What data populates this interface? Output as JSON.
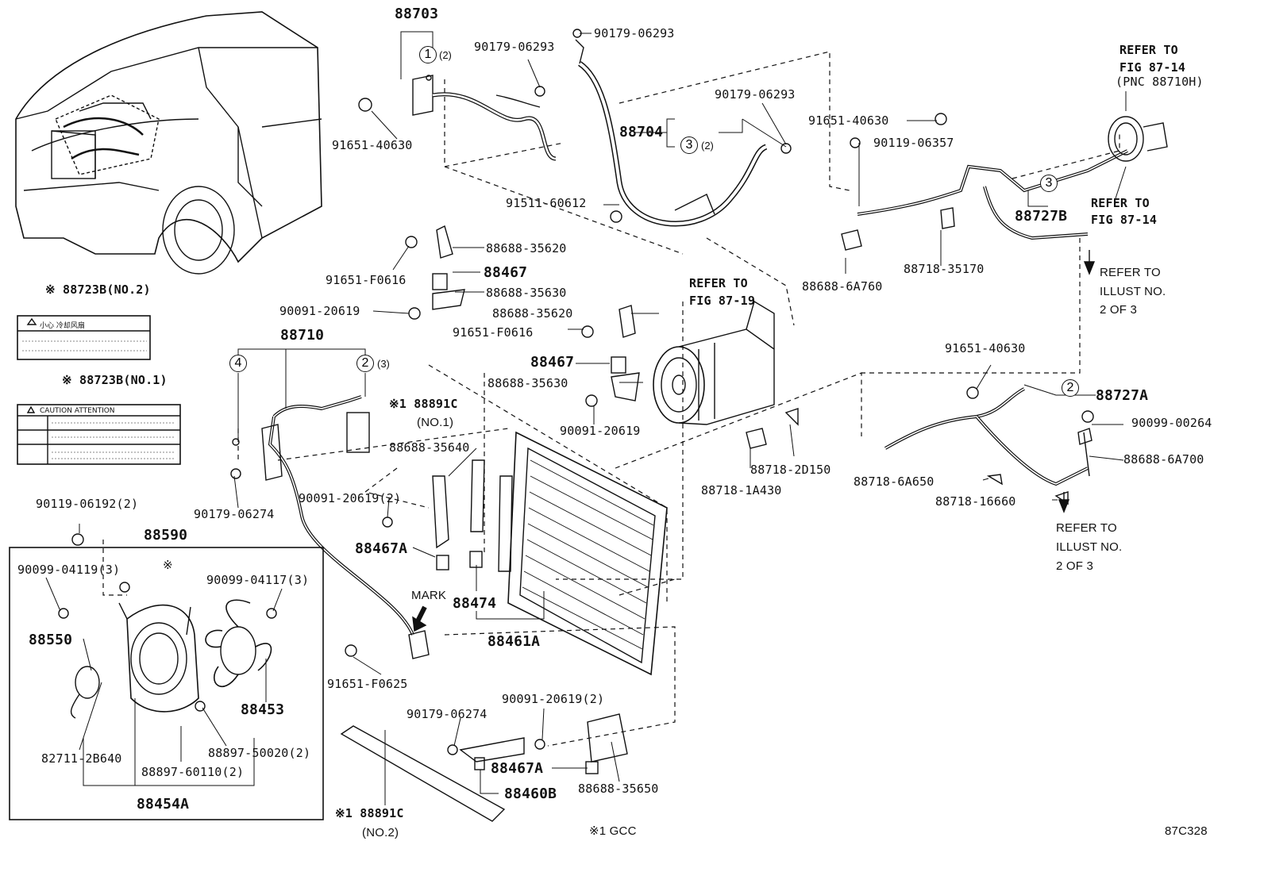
{
  "figure_code": "87C328",
  "footnote": "※1 GCC",
  "mark_label": "MARK",
  "warning_labels": {
    "no2_part": "※ 88723B(NO.2)",
    "no2_text": "小心  冷却风扇",
    "no1_part": "※ 88723B(NO.1)",
    "no1_text": "CAUTION  ATTENTION"
  },
  "callouts": {
    "c1": "1",
    "c2": "2",
    "c3": "3",
    "c4": "4",
    "q2a": "(2)",
    "q2b": "(2)",
    "q3": "(3)"
  },
  "refer": {
    "r1": [
      "REFER TO",
      "FIG 87-14",
      "(PNC 88710H)"
    ],
    "r2": [
      "REFER TO",
      "FIG 87-14"
    ],
    "r3": [
      "REFER TO",
      "FIG 87-19"
    ],
    "r4": [
      "REFER TO",
      "ILLUST NO.",
      "2 OF 3"
    ],
    "r5": [
      "REFER TO",
      "ILLUST NO.",
      "2 OF 3"
    ]
  },
  "parts": {
    "p88703": "88703",
    "p90179_06293_a": "90179-06293",
    "p90179_06293_b": "90179-06293",
    "p90179_06293_c": "90179-06293",
    "p91651_40630_a": "91651-40630",
    "p91651_40630_b": "91651-40630",
    "p91651_40630_c": "91651-40630",
    "p88704": "88704",
    "p91511_60612": "91511-60612",
    "p90119_06357": "90119-06357",
    "p88727B": "88727B",
    "p88688_6A760": "88688-6A760",
    "p88718_35170": "88718-35170",
    "p88688_35620_a": "88688-35620",
    "p88688_35620_b": "88688-35620",
    "p91651_F0616_a": "91651-F0616",
    "p91651_F0616_b": "91651-F0616",
    "p88467_a": "88467",
    "p88467_b": "88467",
    "p88688_35630_a": "88688-35630",
    "p88688_35630_b": "88688-35630",
    "p90091_20619_a": "90091-20619",
    "p90091_20619_b": "90091-20619",
    "p90091_20619_c": "90091-20619(2)",
    "p90091_20619_d": "90091-20619(2)",
    "p88710": "88710",
    "p88891C_1": "※1 88891C",
    "p88891C_1n": "(NO.1)",
    "p88891C_2": "※1 88891C",
    "p88891C_2n": "(NO.2)",
    "p88688_35640": "88688-35640",
    "p90179_06274_a": "90179-06274",
    "p90179_06274_b": "90179-06274",
    "p88467A_a": "88467A",
    "p88467A_b": "88467A",
    "p88474": "88474",
    "p88461A": "88461A",
    "p91651_F0625": "91651-F0625",
    "p88727A": "88727A",
    "p90099_00264": "90099-00264",
    "p88688_6A700": "88688-6A700",
    "p88718_6A650": "88718-6A650",
    "p88718_16660": "88718-16660",
    "p88718_2D150": "88718-2D150",
    "p88718_1A430": "88718-1A430",
    "p90119_06192": "90119-06192(2)",
    "p88590": "88590",
    "p90099_04119": "90099-04119(3)",
    "p90099_04117": "90099-04117(3)",
    "p88550": "88550",
    "p88453": "88453",
    "p82711_2B640": "82711-2B640",
    "p88897_50020": "88897-50020(2)",
    "p88897_60110": "88897-60110(2)",
    "p88454A": "88454A",
    "p88460B": "88460B",
    "p88688_35650": "88688-35650",
    "kome": "※"
  }
}
